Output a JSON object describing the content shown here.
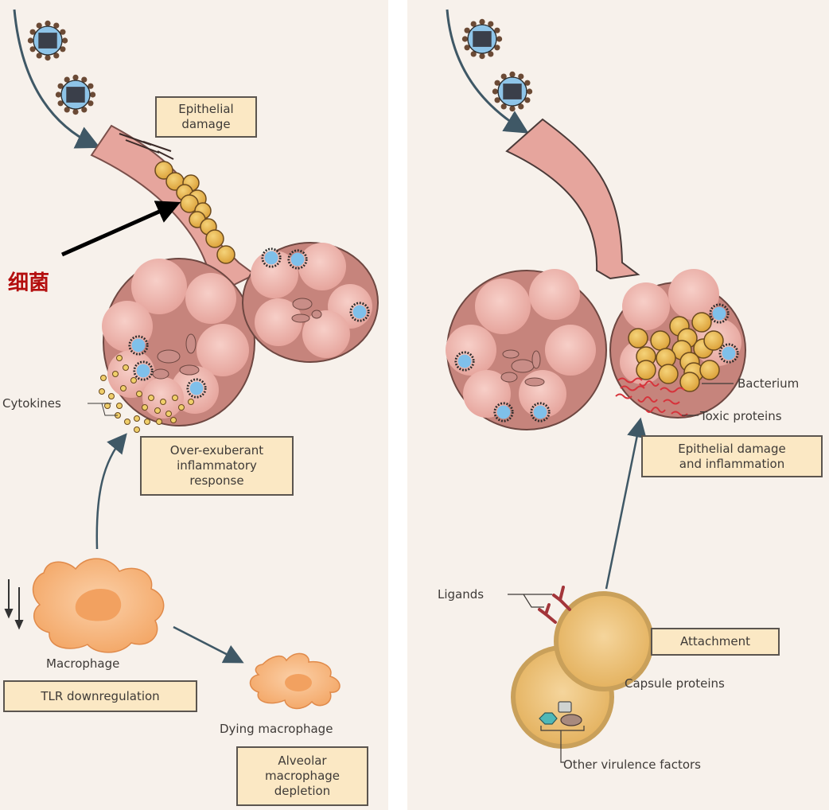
{
  "figure": {
    "left_panel": {
      "annotation_cn": "细菌",
      "boxes": {
        "epithelial_damage": "Epithelial\ndamage",
        "over_exuberant": "Over-exuberant\ninflammatory\nresponse",
        "tlr_downregulation": "TLR downregulation",
        "alveolar_depletion": "Alveolar\nmacrophage\ndepletion"
      },
      "labels": {
        "cytokines": "Cytokines",
        "macrophage": "Macrophage",
        "dying_macrophage": "Dying macrophage"
      }
    },
    "right_panel": {
      "boxes": {
        "epithelial_damage_inflammation": "Epithelial damage\nand inflammation",
        "attachment": "Attachment"
      },
      "labels": {
        "bacterium": "Bacterium",
        "toxic_proteins": "Toxic proteins",
        "ligands": "Ligands",
        "capsule_proteins": "Capsule proteins",
        "other_virulence": "Other virulence factors"
      }
    },
    "colors": {
      "background": "#f7f1eb",
      "tissue": "#e8aba3",
      "tissue_dark": "#b87b74",
      "bacteria": "#e8b64a",
      "macrophage": "#f4a96a",
      "box_fill": "#fbe8c4",
      "arrow": "#3f5866",
      "annotation_red": "#b40f0f"
    }
  }
}
